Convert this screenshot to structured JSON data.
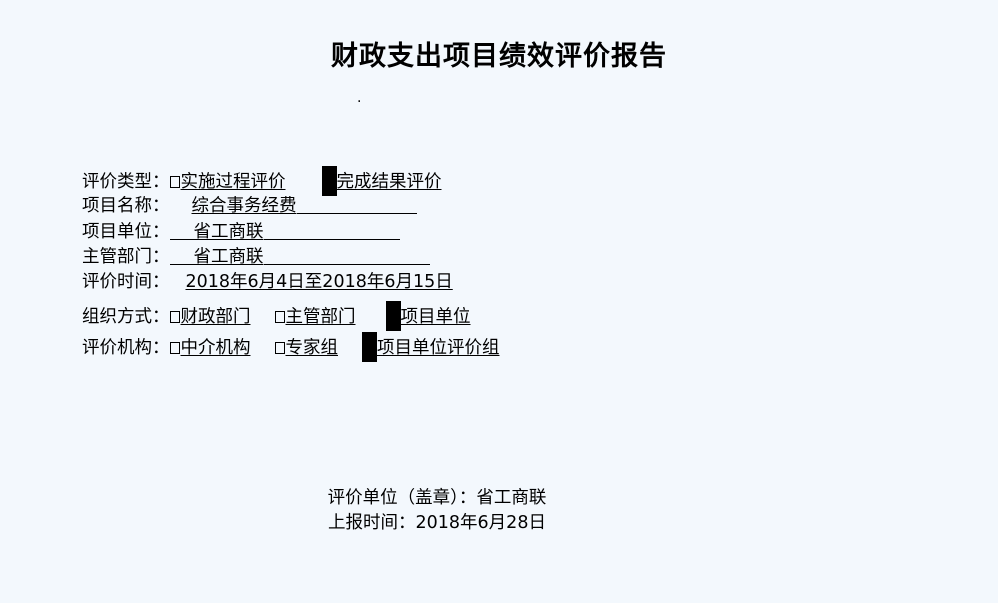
{
  "title": "财政支出项目绩效评价报告",
  "dot": "·",
  "eval_type": {
    "label": "评价类型：",
    "option1": "实施过程评价",
    "option2": "完成结果评价"
  },
  "project_name": {
    "label": "项目名称：",
    "value": "综合事务经费"
  },
  "project_unit": {
    "label": "项目单位：",
    "value": "省工商联"
  },
  "supervisor": {
    "label": "主管部门：",
    "value": "省工商联"
  },
  "eval_time": {
    "label": "评价时间：",
    "value": "2018年6月4日至2018年6月15日"
  },
  "org_method": {
    "label": "组织方式：",
    "option1": "财政部门",
    "option2": "主管部门",
    "option3": "项目单位"
  },
  "eval_agency": {
    "label": "评价机构：",
    "option1": "中介机构",
    "option2": "专家组",
    "option3": "项目单位评价组"
  },
  "footer": {
    "unit": "评价单位（盖章）：省工商联",
    "date": "上报时间：2018年6月28日"
  }
}
